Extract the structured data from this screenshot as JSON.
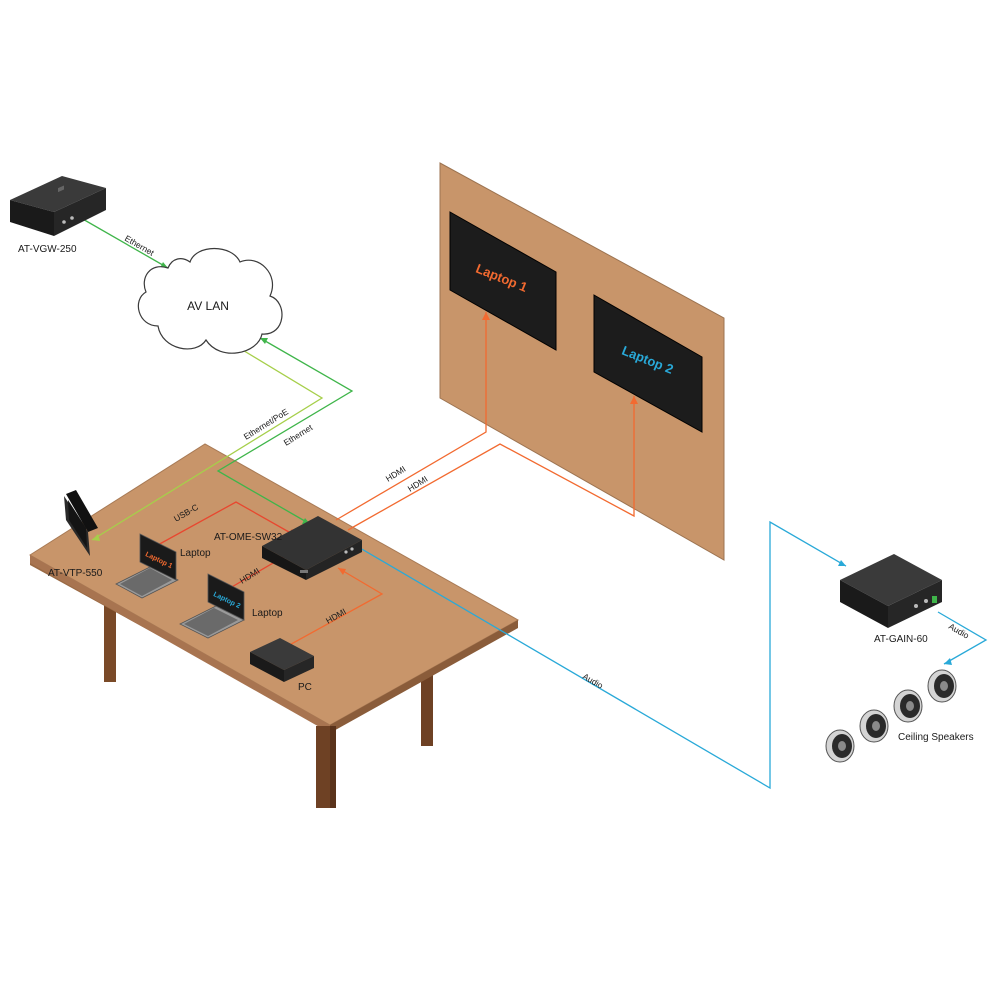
{
  "colors": {
    "hdmi": "#f26a30",
    "ethernet": "#3fb54a",
    "poe": "#a6cf4a",
    "audio": "#29a9d8",
    "usb": "#e8472f",
    "wood": "#c8956a",
    "device": "#1c1c1c"
  },
  "devices": {
    "vgw": "AT-VGW-250",
    "omesw": "AT-OME-SW32",
    "vtp": "AT-VTP-550",
    "gain": "AT-GAIN-60",
    "pc": "PC",
    "laptop1": "Laptop",
    "laptop2": "Laptop",
    "speakers": "Ceiling Speakers"
  },
  "network": {
    "cloud": "AV LAN"
  },
  "screens": {
    "s1": "Laptop 1",
    "s2": "Laptop 2"
  },
  "laptop_screens": {
    "l1": "Laptop 1",
    "l2": "Laptop 2"
  },
  "cables": {
    "vgw_eth": "Ethernet",
    "poe": "Ethernet/PoE",
    "sw_eth": "Ethernet",
    "hdmi_disp1": "HDMI",
    "hdmi_disp2": "HDMI",
    "usbc": "USB-C",
    "hdmi_l2": "HDMI",
    "hdmi_pc": "HDMI",
    "audio_main": "Audio",
    "audio_spk": "Audio"
  }
}
